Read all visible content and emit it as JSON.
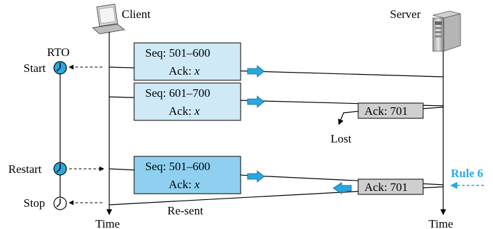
{
  "participants": {
    "client": "Client",
    "server": "Server"
  },
  "timer": {
    "title": "RTO",
    "start": "Start",
    "restart": "Restart",
    "stop": "Stop"
  },
  "segments": [
    {
      "seq": "Seq: 501–600",
      "ack_prefix": "Ack: ",
      "ack_var": "x"
    },
    {
      "seq": "Seq: 601–700",
      "ack_prefix": "Ack: ",
      "ack_var": "x"
    },
    {
      "seq": "Seq: 501–600",
      "ack_prefix": "Ack: ",
      "ack_var": "x"
    }
  ],
  "acks": [
    {
      "label": "Ack: 701"
    },
    {
      "label": "Ack: 701"
    }
  ],
  "annotations": {
    "lost": "Lost",
    "resent": "Re-sent",
    "rule": "Rule 6"
  },
  "axis": {
    "client_time": "Time",
    "server_time": "Time"
  },
  "colors": {
    "segment_fill": "#cfe9f7",
    "segment_fill_highlight": "#8fd0f0",
    "ack_fill": "#cfcfcf",
    "rule_color": "#29a8e0",
    "arrow_blue": "#29a8e0",
    "line": "#000000"
  },
  "icons": {
    "client": "laptop-icon",
    "server": "server-tower-icon",
    "timer": "clock-icon"
  }
}
